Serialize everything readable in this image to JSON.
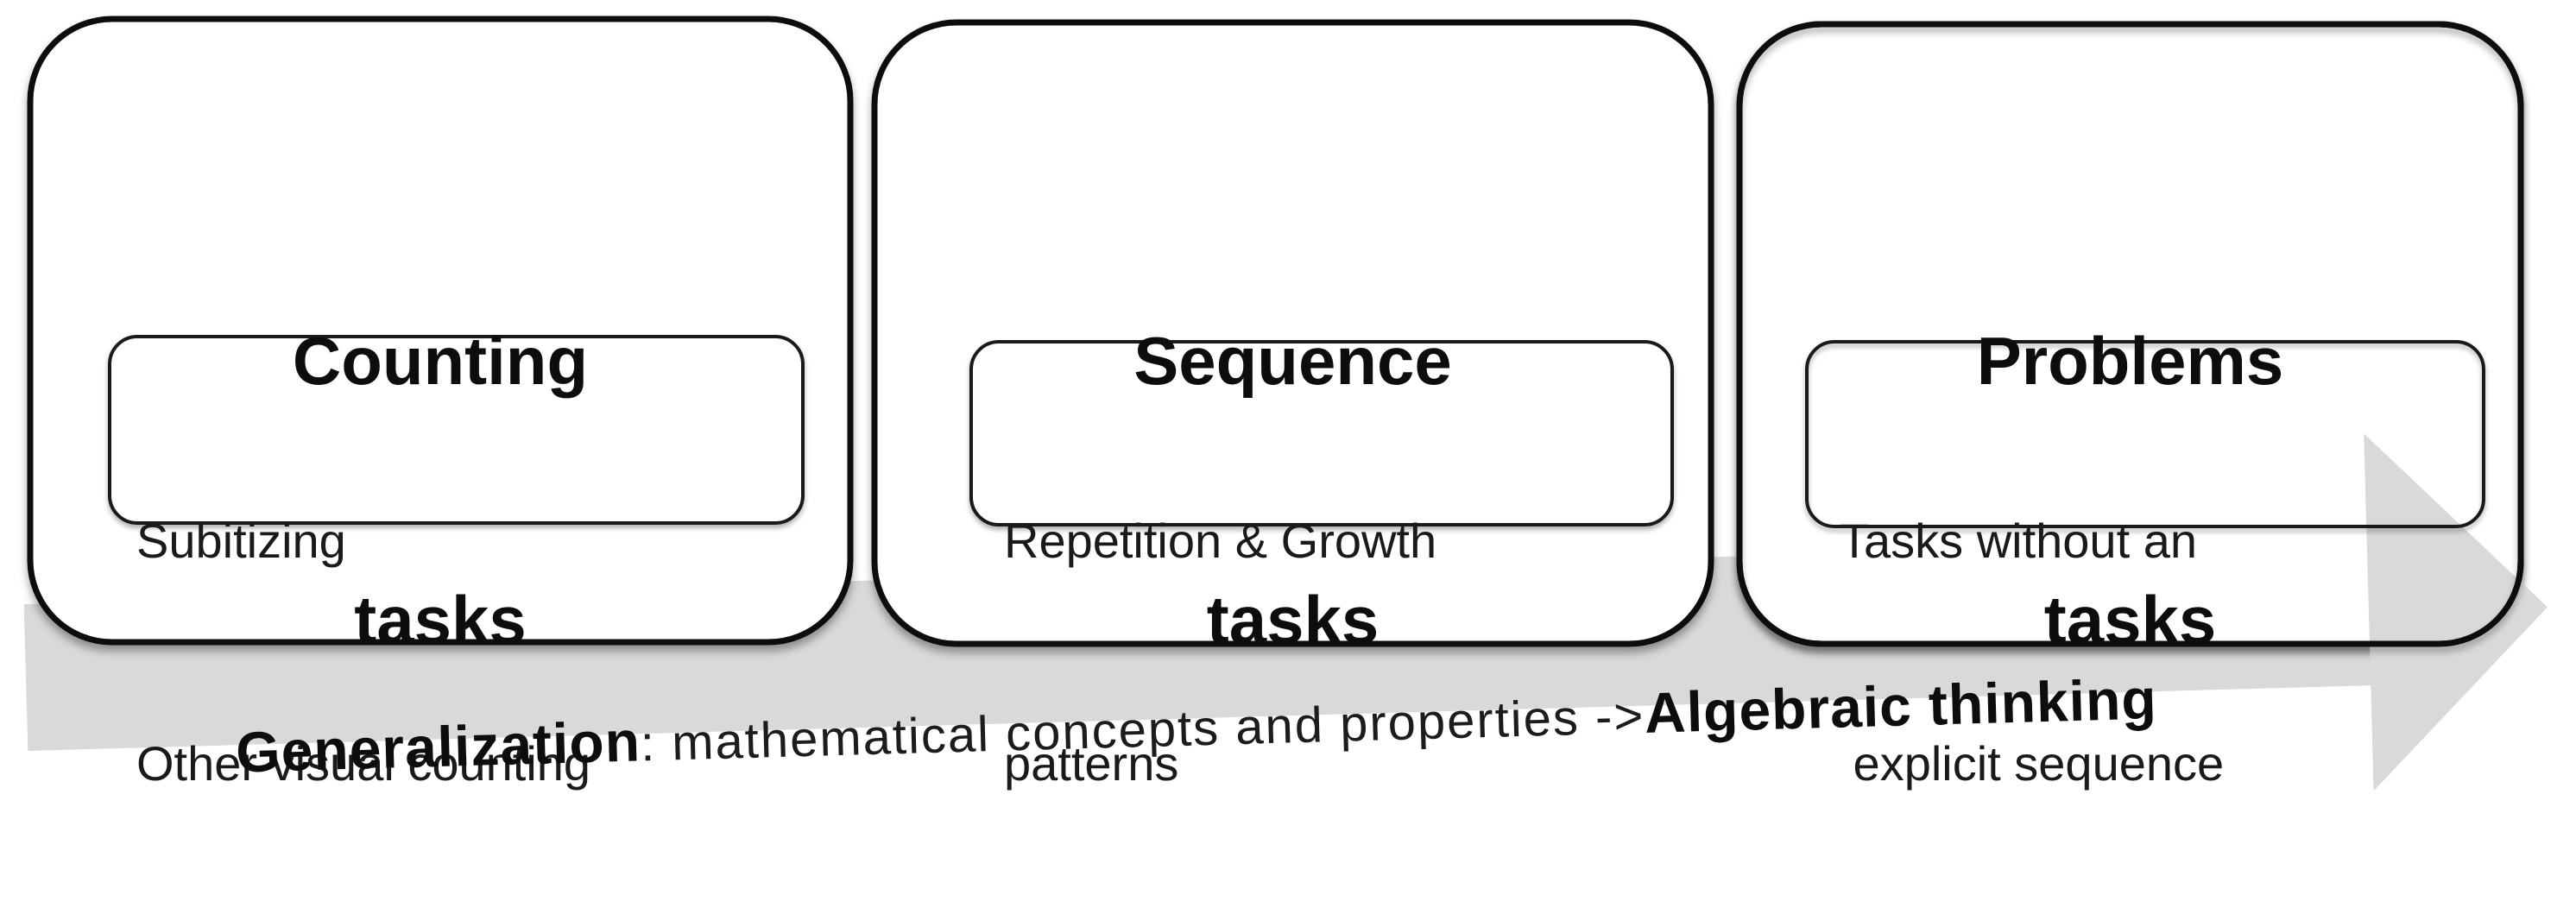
{
  "diagram": {
    "description_icon": "right-arrow-icon",
    "colors": {
      "arrow_fill": "#d9d9d9",
      "box_border": "#0d0d0d",
      "box_fill": "#ffffff",
      "text": "#111111"
    },
    "boxes": [
      {
        "id": "counting-tasks",
        "title_lines": [
          "Counting",
          "tasks"
        ],
        "detail_lines": [
          "Subitizing",
          "Other visual counting"
        ]
      },
      {
        "id": "sequence-tasks",
        "title_lines": [
          "Sequence",
          "tasks"
        ],
        "detail_lines": [
          "Repetition & Growth",
          "patterns"
        ]
      },
      {
        "id": "problems-tasks",
        "title_lines": [
          "Problems",
          "tasks"
        ],
        "detail_lines": [
          "Tasks without an",
          " explicit sequence"
        ]
      }
    ],
    "arrow": {
      "direction": "right",
      "label_bold_lead": "Generalization",
      "label_regular_middle": ": mathematical concepts and properties ->",
      "label_bold_tail": "Algebraic thinking"
    }
  }
}
